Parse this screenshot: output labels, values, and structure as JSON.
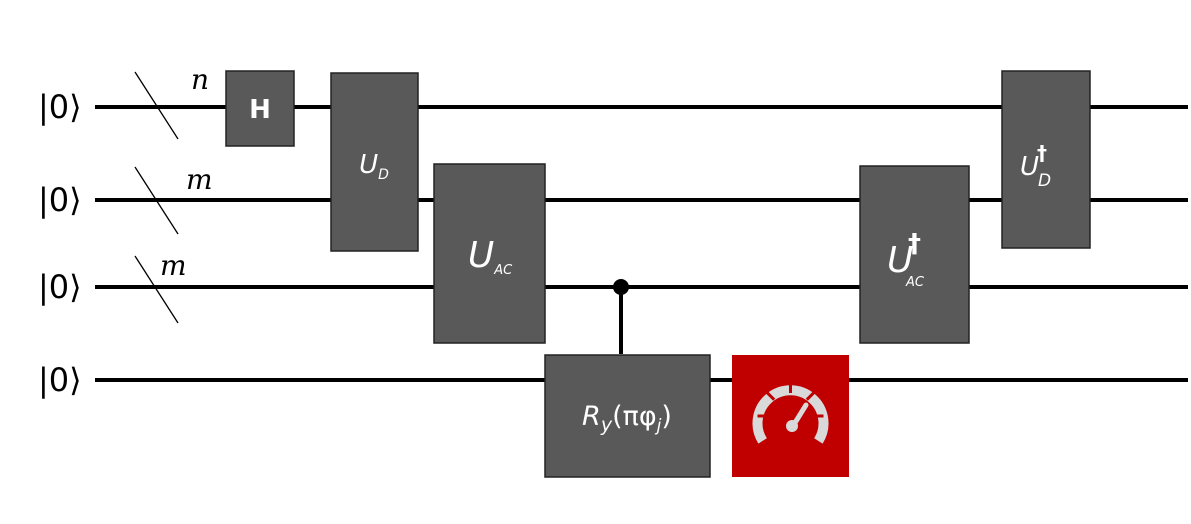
{
  "wires": [
    {
      "ket": "|0⟩",
      "register": "n"
    },
    {
      "ket": "|0⟩",
      "register": "m"
    },
    {
      "ket": "|0⟩",
      "register": "m"
    },
    {
      "ket": "|0⟩",
      "register": ""
    }
  ],
  "gates": {
    "hadamard": "H",
    "ud": {
      "main": "U",
      "sub": "D"
    },
    "uac": {
      "main": "U",
      "sub": "AC"
    },
    "ry": {
      "main": "R",
      "sub": "y",
      "arg_open": "(πφ",
      "arg_sub": "j",
      "arg_close": ")"
    },
    "uac_dagger": {
      "main": "U",
      "sup": "†",
      "sub": "AC"
    },
    "ud_dagger": {
      "main": "U",
      "sup": "†",
      "sub": "D"
    }
  },
  "measurement": {
    "icon": "speedometer-icon",
    "color": "#c00000"
  }
}
